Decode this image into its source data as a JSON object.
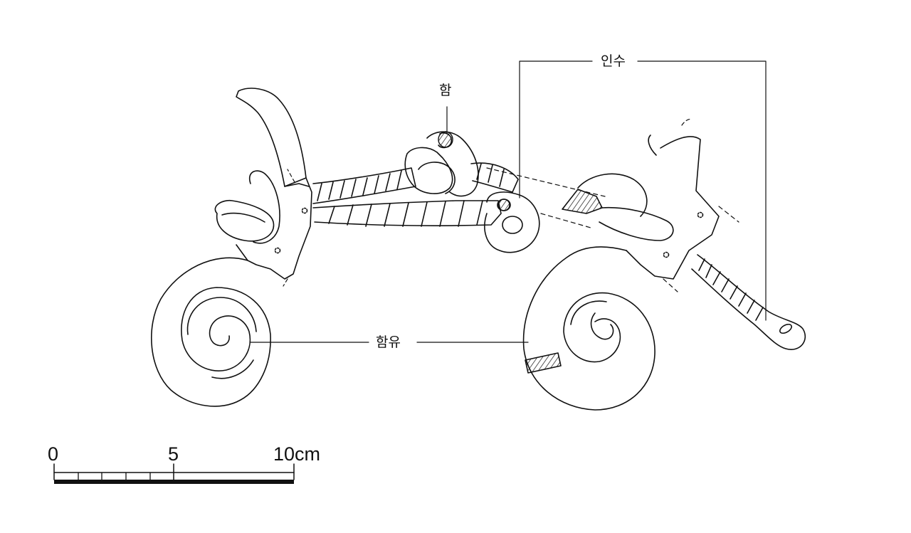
{
  "labels": {
    "ham": "함",
    "insu": "인수",
    "hamyu": "함유"
  },
  "scale_bar": {
    "tick_labels": [
      "0",
      "5",
      "10cm"
    ]
  },
  "colors": {
    "ink": "#111111",
    "background": "#ffffff"
  }
}
